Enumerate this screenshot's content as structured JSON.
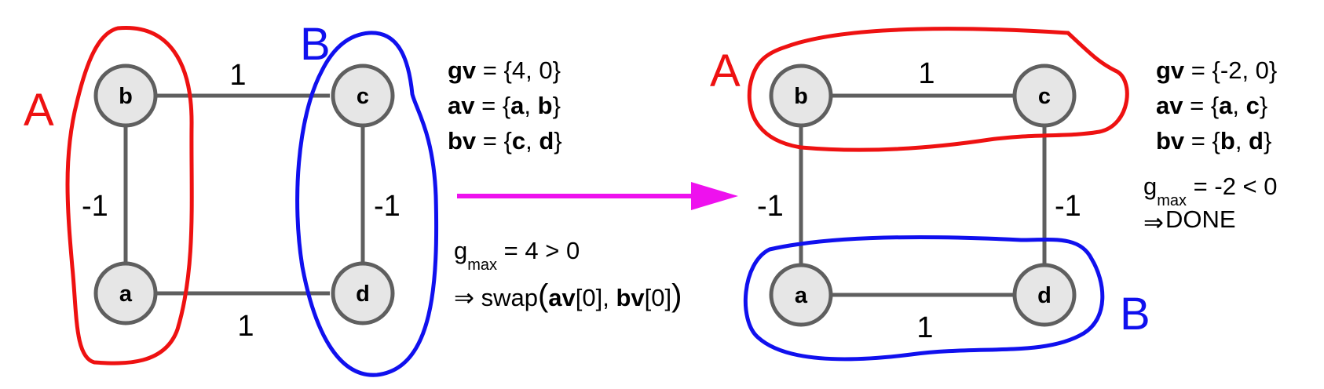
{
  "colors": {
    "group_a": "#ee1111",
    "group_b": "#1010ee",
    "arrow": "#ee11ee",
    "edge": "#5f5f5f",
    "node_fill": "#e6e6e6"
  },
  "left": {
    "nodes": {
      "a": "a",
      "b": "b",
      "c": "c",
      "d": "d"
    },
    "edges": {
      "b_c": "1",
      "a_b": "-1",
      "c_d": "-1",
      "a_d": "1"
    },
    "groups": {
      "a": "A",
      "b": "B"
    },
    "info": {
      "gv": {
        "name": "gv",
        "eq": " = ",
        "value": "{4, 0}"
      },
      "av": {
        "name": "av",
        "eq": " = {",
        "v1": "a",
        "sep": ", ",
        "v2": "b",
        "close": "}"
      },
      "bv": {
        "name": "bv",
        "eq": " = {",
        "v1": "c",
        "sep": ", ",
        "v2": "d",
        "close": "}"
      },
      "gmax": {
        "g": "g",
        "sub": "max",
        "rest": " = 4 > 0"
      },
      "action": {
        "implies": "⇒ swap",
        "open": "(",
        "arg1_name": "av",
        "arg1_index": "[0], ",
        "arg2_name": "bv",
        "arg2_index": "[0]",
        "close": ")"
      }
    }
  },
  "right": {
    "nodes": {
      "a": "a",
      "b": "b",
      "c": "c",
      "d": "d"
    },
    "edges": {
      "b_c": "1",
      "a_b": "-1",
      "c_d": "-1",
      "a_d": "1"
    },
    "groups": {
      "a": "A",
      "b": "B"
    },
    "info": {
      "gv": {
        "name": "gv",
        "eq": " = ",
        "value": "{-2, 0}"
      },
      "av": {
        "name": "av",
        "eq": " = {",
        "v1": "a",
        "sep": ", ",
        "v2": "c",
        "close": "}"
      },
      "bv": {
        "name": "bv",
        "eq": " = {",
        "v1": "b",
        "sep": ", ",
        "v2": "d",
        "close": "}"
      },
      "gmax": {
        "g": "g",
        "sub": "max",
        "rest": " = -2 < 0"
      },
      "done": {
        "implies": "⇒",
        "label": "DONE"
      }
    }
  }
}
